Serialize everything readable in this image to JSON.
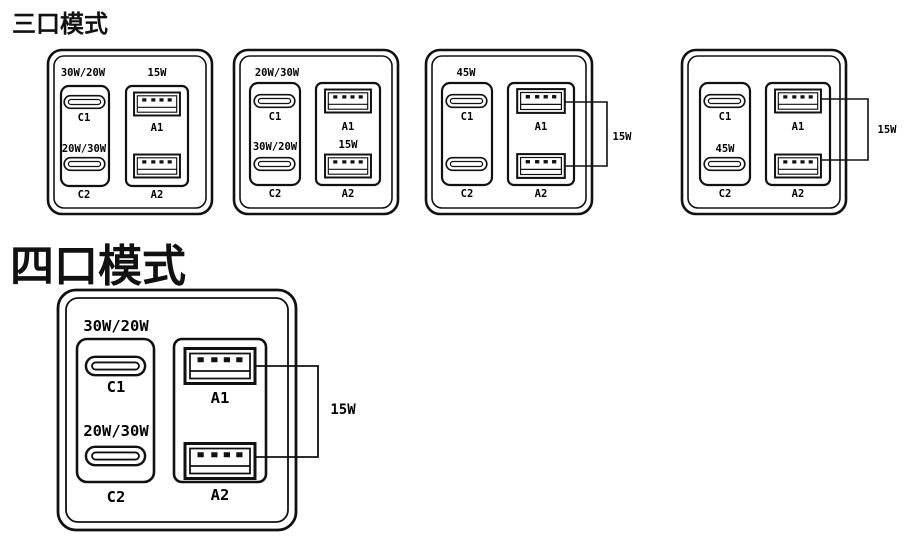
{
  "headings": {
    "three_port": "三口模式",
    "four_port": "四口模式"
  },
  "three_port_modes": [
    {
      "c1_watts": "30W/20W",
      "c1": "C1",
      "c2_watts": "20W/30W",
      "c2": "C2",
      "a1_watts": "15W",
      "a1": "A1",
      "a2_watts": "",
      "a2": "A2",
      "shared_watts": ""
    },
    {
      "c1_watts": "20W/30W",
      "c1": "C1",
      "c2_watts": "30W/20W",
      "c2": "C2",
      "a1_watts": "",
      "a1": "A1",
      "a2_watts": "15W",
      "a2": "A2",
      "shared_watts": ""
    },
    {
      "c1_watts": "45W",
      "c1": "C1",
      "c2_watts": "",
      "c2": "C2",
      "a1_watts": "",
      "a1": "A1",
      "a2_watts": "",
      "a2": "A2",
      "shared_watts": "15W"
    },
    {
      "c1_watts": "",
      "c1": "C1",
      "c2_watts": "45W",
      "c2": "C2",
      "a1_watts": "",
      "a1": "A1",
      "a2_watts": "",
      "a2": "A2",
      "shared_watts": "15W"
    }
  ],
  "four_port_mode": {
    "c1_watts": "30W/20W",
    "c1": "C1",
    "c2_watts": "20W/30W",
    "c2": "C2",
    "a1": "A1",
    "a2": "A2",
    "shared_watts": "15W"
  }
}
